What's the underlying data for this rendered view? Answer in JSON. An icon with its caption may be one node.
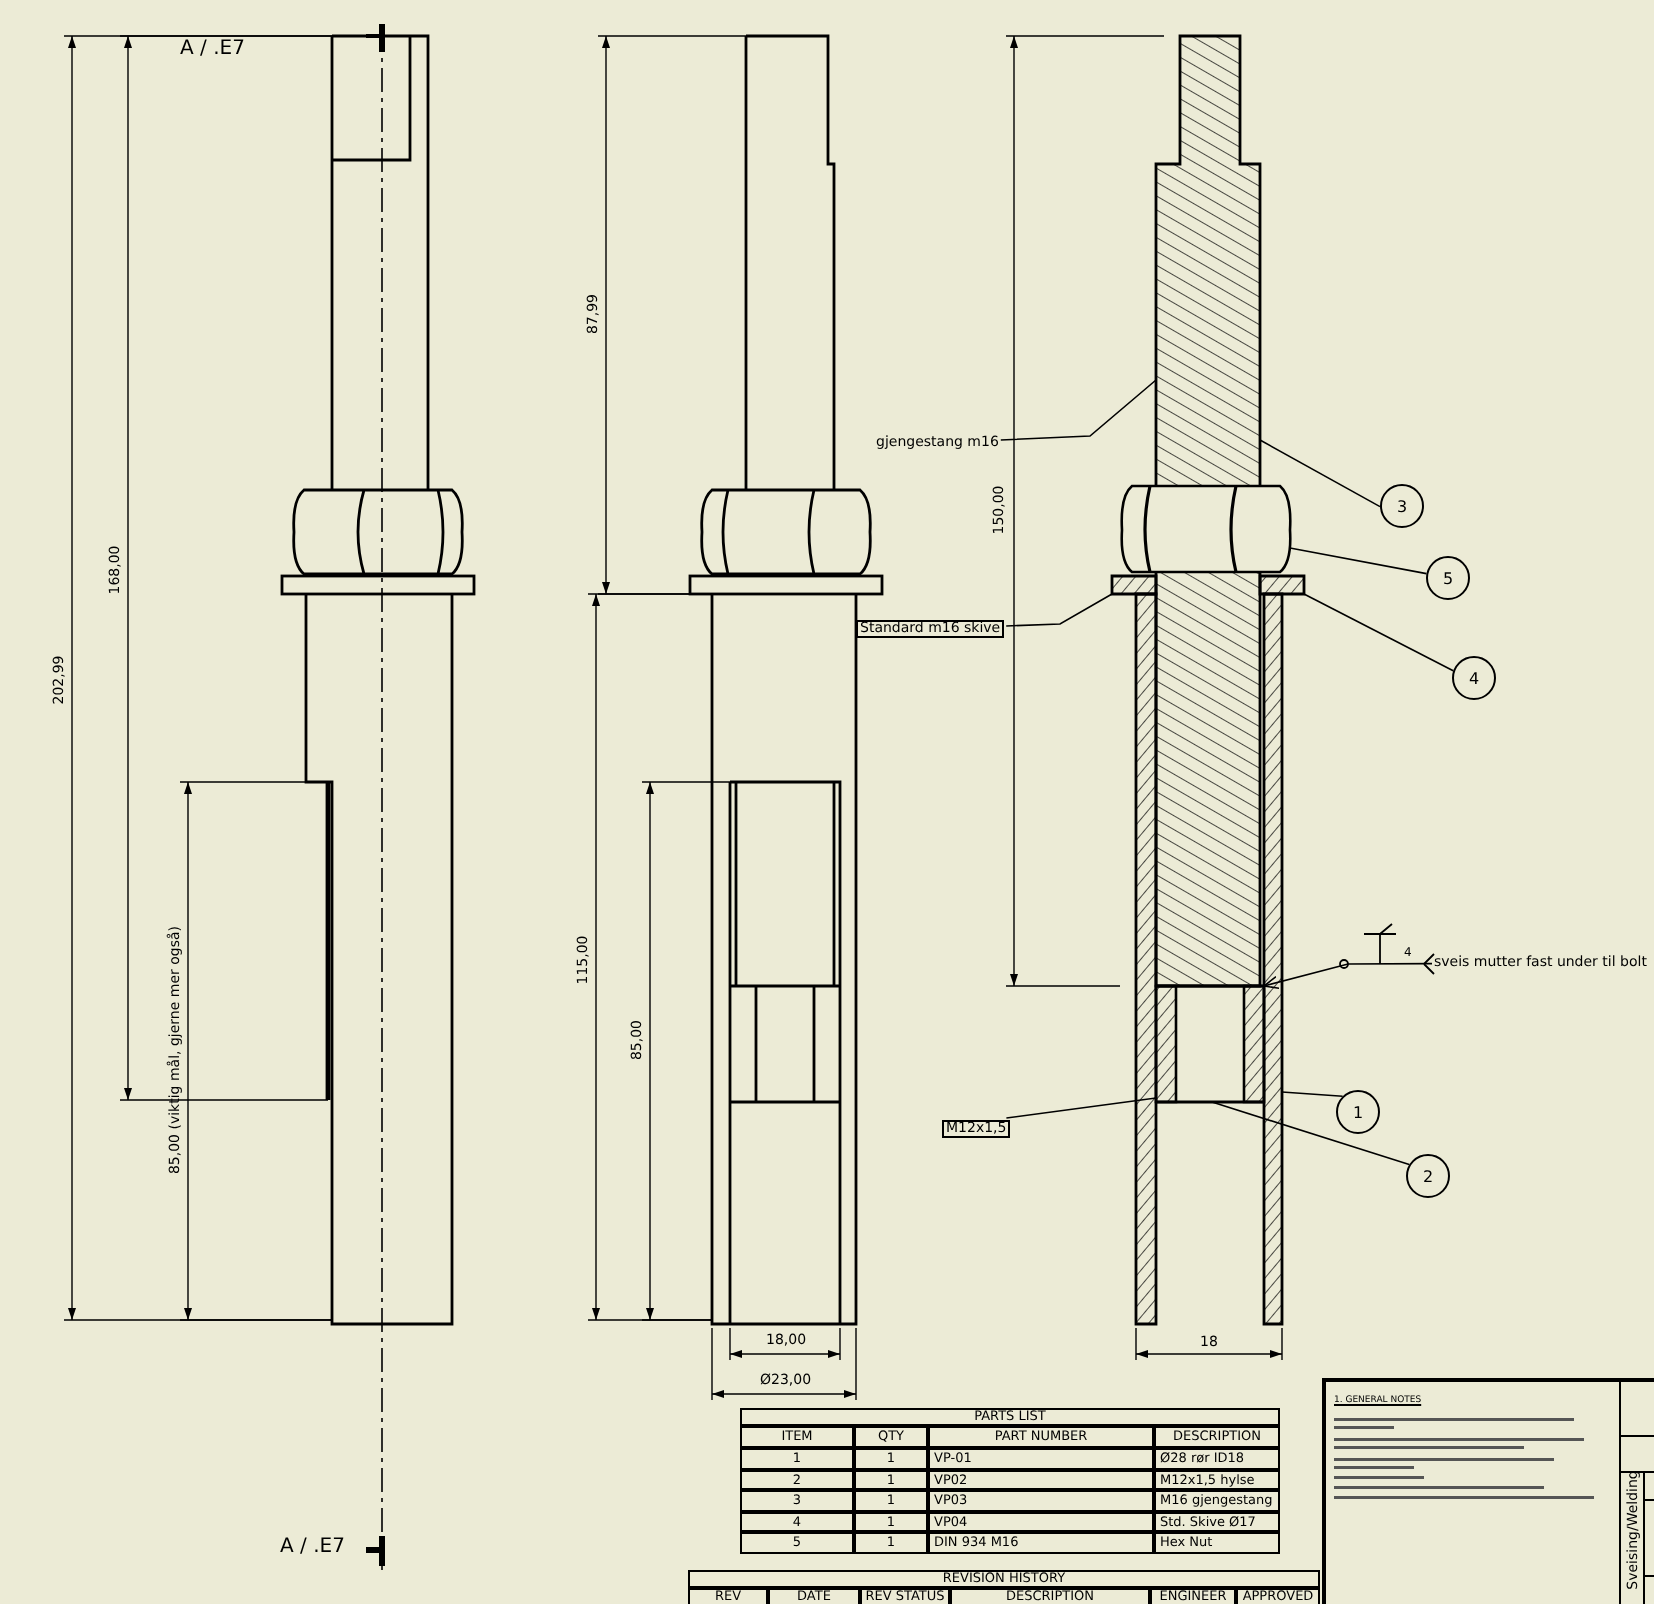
{
  "diagram": {
    "nodes": [
      {
        "text": [
          "gjengestang m16"
        ]
      },
      {
        "text": [
          "3"
        ]
      },
      {
        "text": [
          "5"
        ]
      },
      {
        "text": [
          "Standard m16 skive"
        ]
      },
      {
        "text": [
          "4"
        ]
      },
      {
        "text": [
          "sveis mutter fast under til bolt"
        ]
      },
      {
        "text": [
          "M12x1,5"
        ]
      },
      {
        "text": [
          "1"
        ]
      },
      {
        "text": [
          "2"
        ]
      },
      {
        "text": [],
        "shape": "bar"
      },
      {
        "text": [],
        "shape": "box"
      },
      {
        "text": [],
        "shape": "bar"
      },
      {
        "text": [],
        "shape": "bar"
      },
      {
        "text": [],
        "shape": "box",
        "in": 12
      }
    ],
    "edges": [
      {
        "from": 0,
        "to": 9,
        "arrow": "none"
      },
      {
        "from": 1,
        "to": 9,
        "arrow": "none"
      },
      {
        "from": 2,
        "to": 10,
        "arrow": "none"
      },
      {
        "from": 3,
        "to": 11,
        "arrow": "none"
      },
      {
        "from": 4,
        "to": 11,
        "arrow": "none"
      },
      {
        "from": 5,
        "to": 13,
        "arrow": "to"
      },
      {
        "from": 6,
        "to": 13,
        "arrow": "none"
      },
      {
        "from": 7,
        "to": 12,
        "arrow": "none"
      },
      {
        "from": 8,
        "to": 13,
        "arrow": "none"
      }
    ],
    "labels": [
      "A / .E7",
      "87,99",
      "150,00",
      "168,00",
      "202,99",
      "4",
      "115,00",
      "85,00",
      "85,00 (viktig mål, gjerne mer også)",
      "18,00",
      "18",
      "Ø23,00",
      "1. GENERAL NOTES",
      "Sveising/Welding",
      "PARTS LIST",
      "ITEM",
      "QTY",
      "PART NUMBER",
      "DESCRIPTION",
      "1",
      "1",
      "VP-01",
      "Ø28 rør ID18",
      "2",
      "1",
      "VP02",
      "M12x1,5 hylse",
      "3",
      "1",
      "VP03",
      "M16 gjengestang",
      "4",
      "1",
      "VP04",
      "Std. Skive Ø17",
      "5",
      "1",
      "DIN 934   M16",
      "Hex Nut",
      "A / .E7",
      "REVISION HISTORY",
      "REV",
      "DATE",
      "REV STATUS",
      "DESCRIPTION",
      "ENGINEER",
      "APPROVED"
    ]
  }
}
